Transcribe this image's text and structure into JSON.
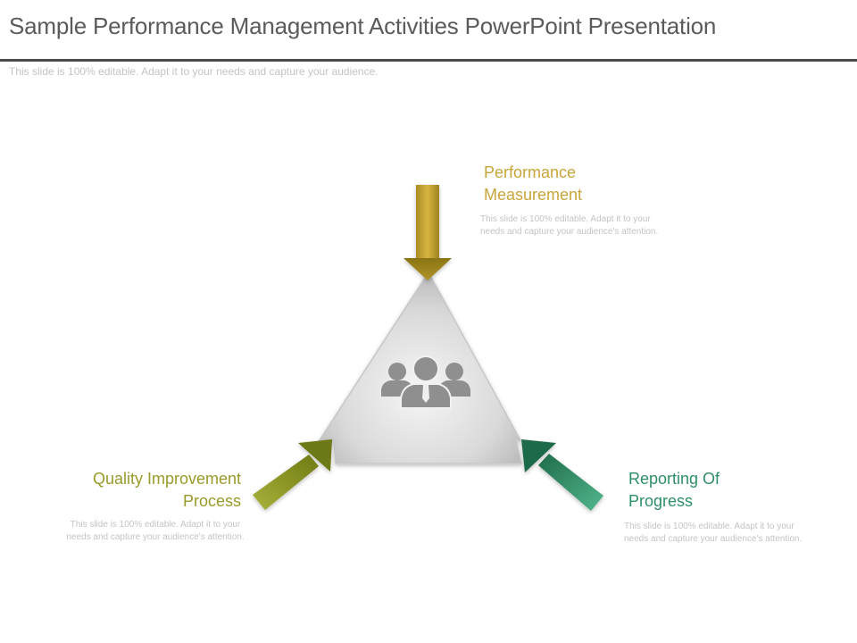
{
  "slide": {
    "title": "Sample Performance Management Activities PowerPoint Presentation",
    "subtitle": "This slide is 100% editable. Adapt it to your needs and capture your audience."
  },
  "diagram": {
    "center_icon": "team-people-icon",
    "items": [
      {
        "heading": "Performance\nMeasurement",
        "text": "This slide is 100% editable. Adapt it to your needs and capture your audience's attention.",
        "color": "#c8a53a"
      },
      {
        "heading": "Quality Improvement\nProcess",
        "text": "This slide is 100% editable. Adapt it to your needs and capture your audience's attention.",
        "color": "#9a9a2a"
      },
      {
        "heading": "Reporting Of\nProgress",
        "text": "This slide is 100% editable. Adapt it to your needs and capture your audience's attention.",
        "color": "#2e8f66"
      }
    ]
  }
}
